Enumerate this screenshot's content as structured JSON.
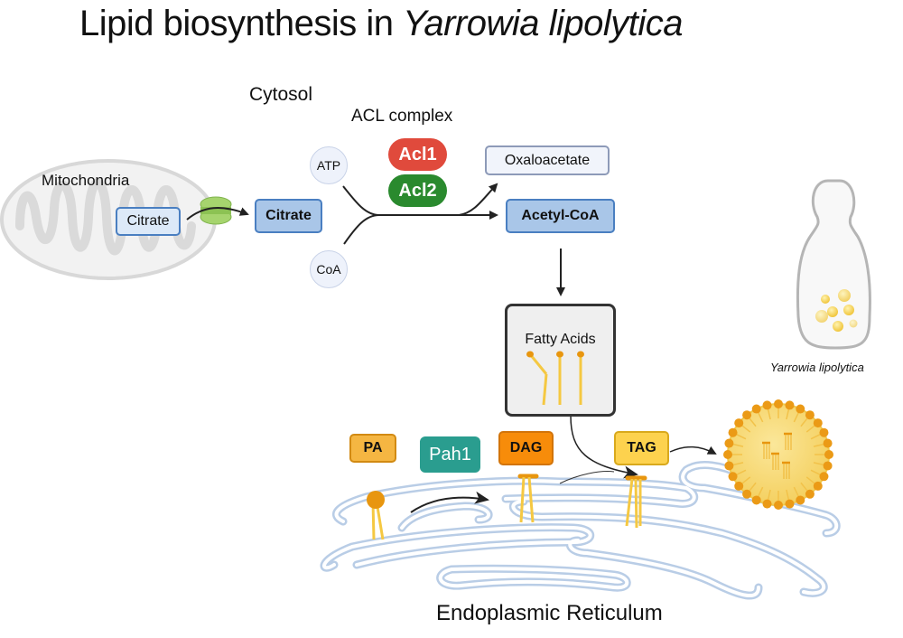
{
  "title": {
    "prefix": "Lipid biosynthesis in ",
    "organism": "Yarrowia lipolytica"
  },
  "compartments": {
    "cytosol": "Cytosol",
    "mitochondria": "Mitochondria",
    "er": "Endoplasmic Reticulum",
    "cell_caption": "Yarrowia lipolytica"
  },
  "complex": {
    "label": "ACL complex",
    "subunits": [
      {
        "name": "Acl1",
        "color": "#e04a3c"
      },
      {
        "name": "Acl2",
        "color": "#2a8a2e"
      }
    ]
  },
  "metabolites": {
    "mito_citrate": "Citrate",
    "cyto_citrate": "Citrate",
    "atp": "ATP",
    "coa": "CoA",
    "oxaloacetate": "Oxaloacetate",
    "acetyl_coa": "Acetyl-CoA",
    "fatty_acids": "Fatty Acids",
    "pa": "PA",
    "dag": "DAG",
    "tag": "TAG"
  },
  "enzymes": {
    "pah1": "Pah1"
  },
  "colors": {
    "metabolite_fill": "#a9c6e8",
    "metabolite_border": "#4a7fc1",
    "pa_fill": "#f5b642",
    "dag_fill": "#f78c0a",
    "tag_fill": "#fdd24e",
    "pah1_fill": "#2a9d8f",
    "lipid": "#f5c842",
    "er_membrane": "#b9cde6"
  }
}
